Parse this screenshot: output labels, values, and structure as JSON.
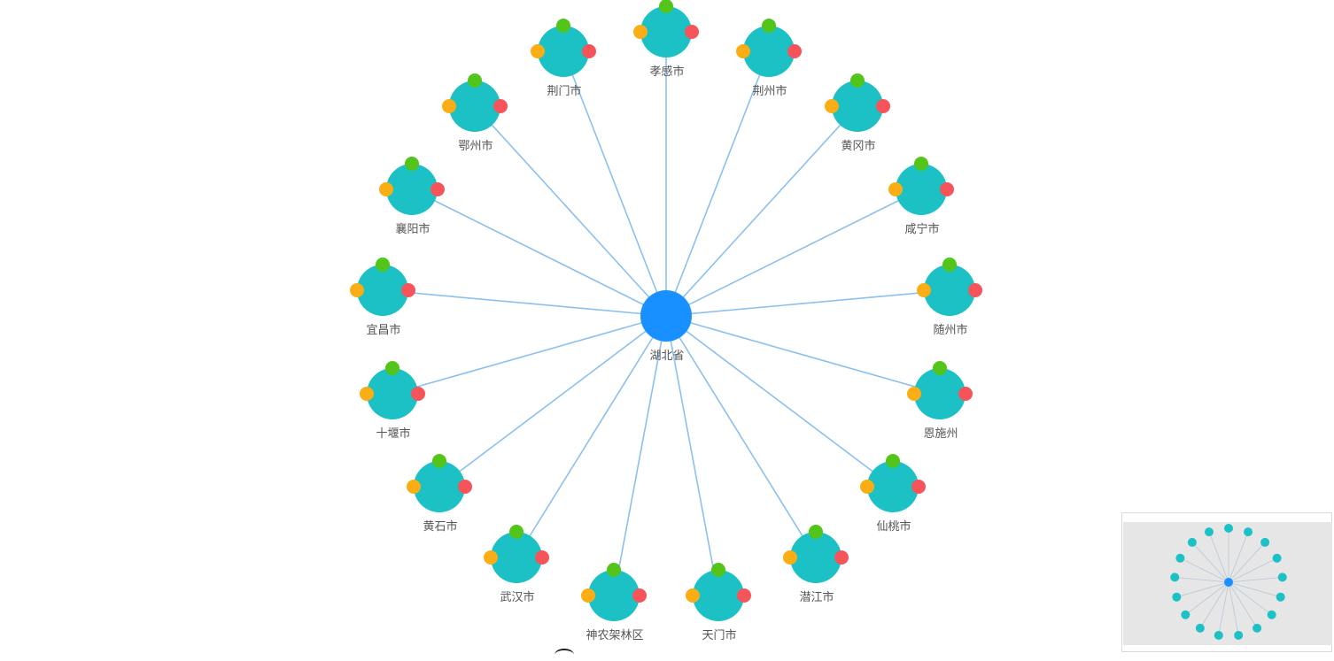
{
  "graph": {
    "root": {
      "id": "hubei",
      "label": "湖北省",
      "color": "#1890ff"
    },
    "children": [
      {
        "id": "xiaogan",
        "label": "孝感市"
      },
      {
        "id": "jingzhou",
        "label": "荆州市"
      },
      {
        "id": "huanggang",
        "label": "黄冈市"
      },
      {
        "id": "xianning",
        "label": "咸宁市"
      },
      {
        "id": "suizhou",
        "label": "随州市"
      },
      {
        "id": "enshi",
        "label": "恩施州"
      },
      {
        "id": "xiantao",
        "label": "仙桃市"
      },
      {
        "id": "qianjiang",
        "label": "潜江市"
      },
      {
        "id": "tianmen",
        "label": "天门市"
      },
      {
        "id": "shennongjia",
        "label": "神农架林区"
      },
      {
        "id": "wuhan",
        "label": "武汉市"
      },
      {
        "id": "huangshi",
        "label": "黄石市"
      },
      {
        "id": "shiyan",
        "label": "十堰市"
      },
      {
        "id": "yichang",
        "label": "宜昌市"
      },
      {
        "id": "xiangyang",
        "label": "襄阳市"
      },
      {
        "id": "ezhou",
        "label": "鄂州市"
      },
      {
        "id": "jingmen",
        "label": "荆门市"
      }
    ],
    "colors": {
      "child_node": "#1bc1c4",
      "edge": "#8bc0ee",
      "anchor_top": "#52c41a",
      "anchor_left": "#faad14",
      "anchor_right": "#f5555a",
      "label": "#555555"
    }
  },
  "minimap": {
    "background": "#e6e6e6",
    "border": "#d9d9d9"
  }
}
